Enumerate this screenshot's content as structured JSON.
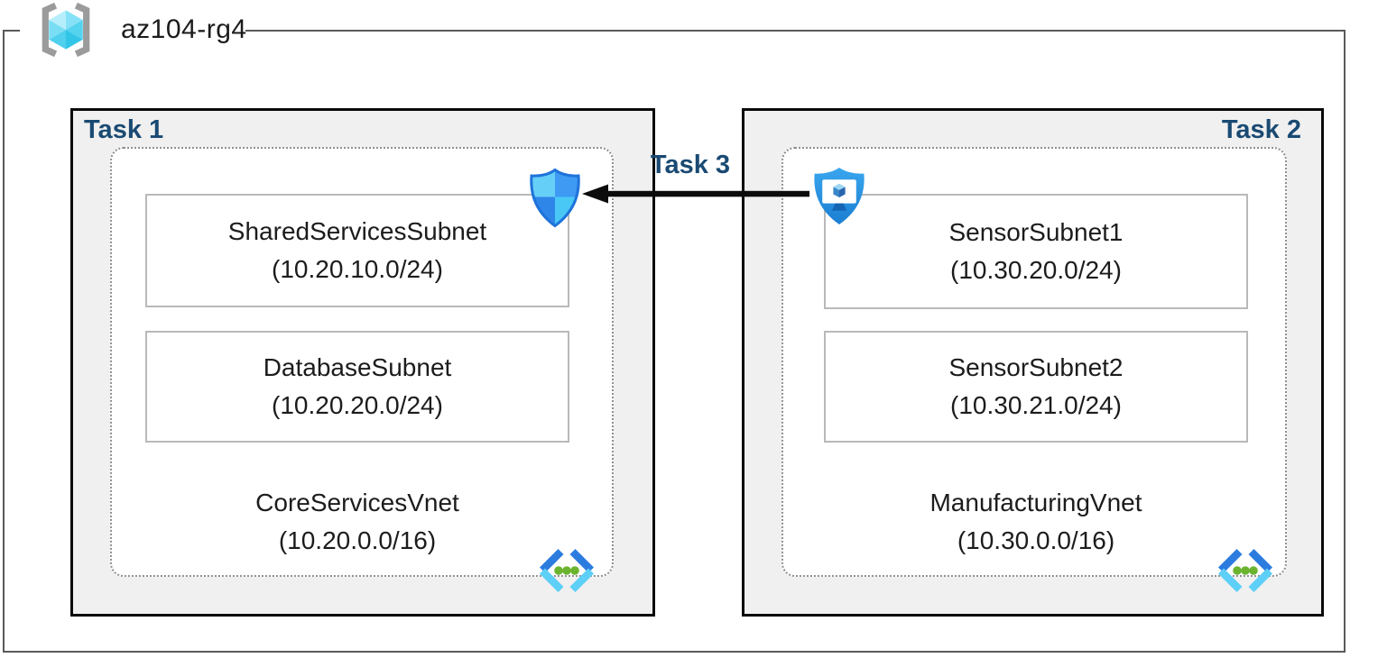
{
  "resource_group": {
    "name": "az104-rg4",
    "icon": "resource-group-cube-in-brackets"
  },
  "connection": {
    "label": "Task 3",
    "direction": "right-to-left",
    "from_icon": "asg-shield-monitor",
    "to_icon": "nsg-quadrant-shield"
  },
  "vnets": [
    {
      "task_label": "Task 1",
      "name": "CoreServicesVnet",
      "cidr": "(10.20.0.0/16)",
      "corner_icon": "nsg-quadrant-shield",
      "vnet_icon": "virtual-network-chevrons",
      "subnets": [
        {
          "name": "SharedServicesSubnet",
          "cidr": "(10.20.10.0/24)"
        },
        {
          "name": "DatabaseSubnet",
          "cidr": "(10.20.20.0/24)"
        }
      ]
    },
    {
      "task_label": "Task 2",
      "name": "ManufacturingVnet",
      "cidr": "(10.30.0.0/16)",
      "corner_icon": "asg-shield-monitor",
      "vnet_icon": "virtual-network-chevrons",
      "subnets": [
        {
          "name": "SensorSubnet1",
          "cidr": "(10.30.20.0/24)"
        },
        {
          "name": "SensorSubnet2",
          "cidr": "(10.30.21.0/24)"
        }
      ]
    }
  ],
  "colors": {
    "frame_border": "#5a5a5a",
    "task_fill": "#f0f0f0",
    "task_border": "#0a0a0a",
    "task_label_text": "#1a4a73",
    "vnet_fill": "#ffffff",
    "vnet_dotted_border": "#8f8f8f",
    "subnet_border": "#b9b9b9",
    "arrow": "#0c0c0c",
    "shield_blue_dark": "#1f73da",
    "shield_blue_light": "#66cff7",
    "vnet_chevron_dark": "#2c7ce0",
    "vnet_chevron_cyan": "#5ecff7",
    "vnet_dots_green": "#6cb42f",
    "rg_cube_cyan": "#55d3ef",
    "rg_bracket_gray": "#9b9b9b"
  }
}
